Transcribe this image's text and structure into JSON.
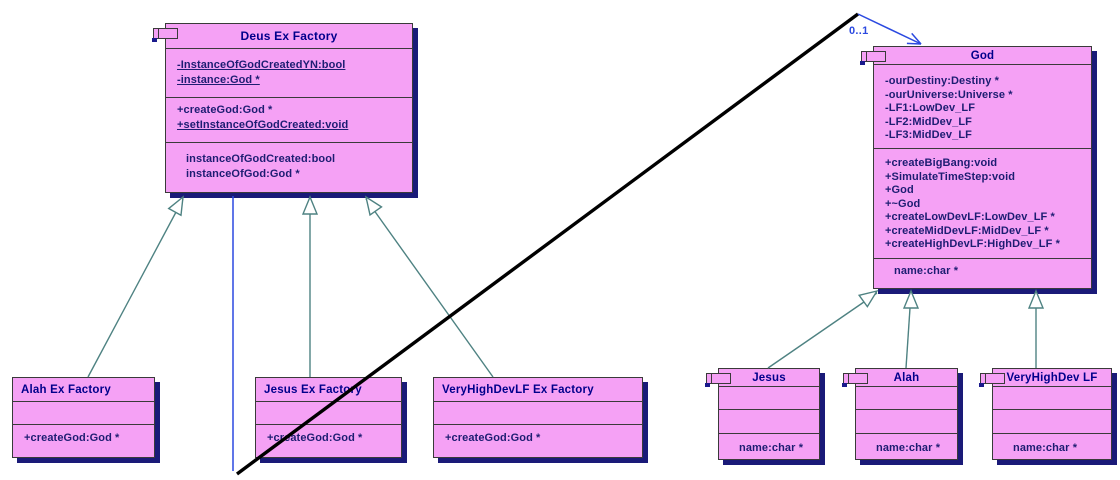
{
  "diagram": {
    "title": "Deus Ex Factory / God UML class diagram",
    "colors": {
      "box_fill": "#f5a1f5",
      "box_border": "#3a3a3a",
      "box_shadow": "#1a1a78",
      "title_text": "#00008b",
      "member_text": "#1d1d72",
      "inheritance_line": "#4e8282",
      "association_line": "#2b49e0",
      "cross_line": "#000000",
      "background": "#ffffff"
    }
  },
  "classes": {
    "deus_ex_factory": {
      "title": "Deus Ex Factory",
      "attributes": [
        {
          "t": "-InstanceOfGodCreatedYN:bool",
          "u": true
        },
        {
          "t": "-instance:God *",
          "u": true
        }
      ],
      "methods": [
        {
          "t": "+createGod:God *",
          "u": false
        },
        {
          "t": "+setInstanceOfGodCreated:void",
          "u": true
        }
      ],
      "info": [
        {
          "t": "instanceOfGodCreated:bool",
          "u": false
        },
        {
          "t": "instanceOfGod:God *",
          "u": false
        }
      ]
    },
    "god": {
      "title": "God",
      "attributes": [
        {
          "t": "-ourDestiny:Destiny *",
          "u": false
        },
        {
          "t": "-ourUniverse:Universe *",
          "u": false
        },
        {
          "t": "-LF1:LowDev_LF",
          "u": false
        },
        {
          "t": "-LF2:MidDev_LF",
          "u": false
        },
        {
          "t": "-LF3:MidDev_LF",
          "u": false
        }
      ],
      "methods": [
        {
          "t": "+createBigBang:void",
          "u": false
        },
        {
          "t": "+SimulateTimeStep:void",
          "u": false
        },
        {
          "t": "+God",
          "u": false
        },
        {
          "t": "+~God",
          "u": false
        },
        {
          "t": "+createLowDevLF:LowDev_LF *",
          "u": false
        },
        {
          "t": "+createMidDevLF:MidDev_LF *",
          "u": false
        },
        {
          "t": "+createHighDevLF:HighDev_LF *",
          "u": false
        }
      ],
      "info": [
        {
          "t": "name:char *",
          "u": false
        }
      ]
    },
    "alah_ex_factory": {
      "title": "Alah Ex Factory",
      "methods": [
        {
          "t": "+createGod:God *",
          "u": false
        }
      ]
    },
    "jesus_ex_factory": {
      "title": "Jesus Ex Factory",
      "methods": [
        {
          "t": "+createGod:God *",
          "u": false
        }
      ]
    },
    "veryhighdevlf_ex_factory": {
      "title": "VeryHighDevLF Ex Factory",
      "methods": [
        {
          "t": "+createGod:God *",
          "u": false
        }
      ]
    },
    "jesus": {
      "title": "Jesus",
      "info": [
        {
          "t": "name:char *",
          "u": false
        }
      ]
    },
    "alah": {
      "title": "Alah",
      "info": [
        {
          "t": "name:char *",
          "u": false
        }
      ]
    },
    "veryhighdev_lf": {
      "title": "VeryHighDev LF",
      "info": [
        {
          "t": "name:char *",
          "u": false
        }
      ]
    }
  },
  "association": {
    "multiplicity_label": "0..1"
  }
}
